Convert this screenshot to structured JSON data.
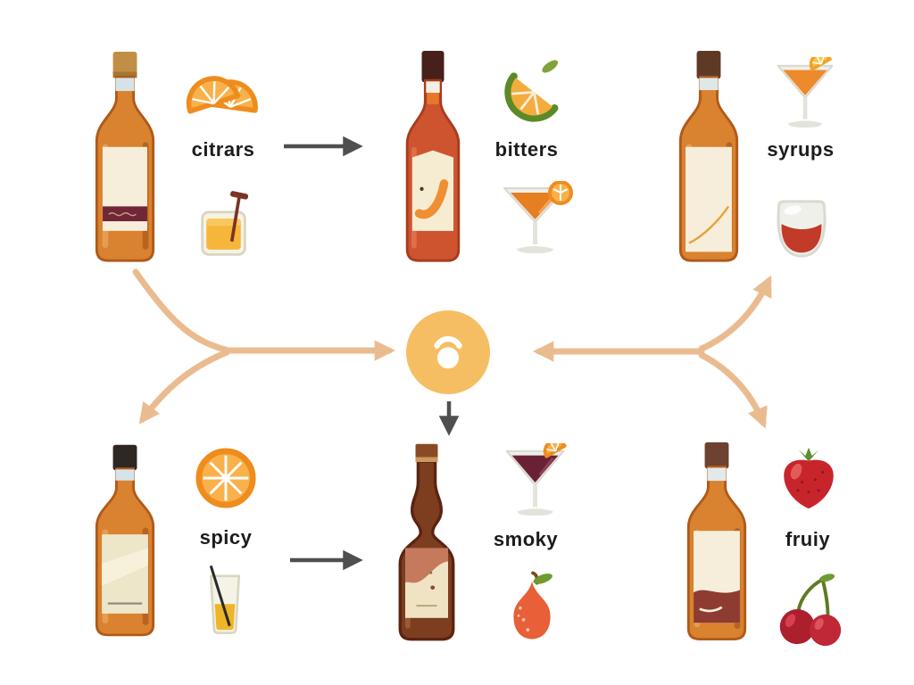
{
  "diagram": {
    "type": "flavor-pairing-infographic",
    "hub": {
      "icon": "lightbulb-icon"
    }
  },
  "colors": {
    "background": "#FFFFFF",
    "hub_circle": "#F6BE63",
    "connector_tan": "#EBBB90",
    "arrow_dark": "#4F4F4F",
    "label_text": "#1C1C1C",
    "bottle_amber": "#D9822F",
    "bottle_red": "#CE5430",
    "bottle_dark_brown": "#7D3D1F",
    "accent_orange": "#F08C1E"
  },
  "groups": [
    {
      "id": "citrus",
      "label": "citrars",
      "position": "top-left",
      "icons": [
        "orange-slices-icon",
        "sour-glass-icon"
      ]
    },
    {
      "id": "bitters",
      "label": "bitters",
      "position": "top-center",
      "icons": [
        "lime-wedge-icon",
        "martini-orange-icon"
      ]
    },
    {
      "id": "syrups",
      "label": "syrups",
      "position": "top-right",
      "icons": [
        "martini-garnish-icon",
        "rocks-glass-icon"
      ]
    },
    {
      "id": "spicy",
      "label": "spicy",
      "position": "bottom-left",
      "icons": [
        "orange-slice-icon",
        "straw-glass-icon"
      ]
    },
    {
      "id": "smoky",
      "label": "smoky",
      "position": "bottom-center",
      "icons": [
        "martini-dark-icon",
        "pear-icon"
      ]
    },
    {
      "id": "fruity",
      "label": "fruiy",
      "position": "bottom-right",
      "icons": [
        "strawberry-icon",
        "cherries-icon"
      ]
    }
  ]
}
